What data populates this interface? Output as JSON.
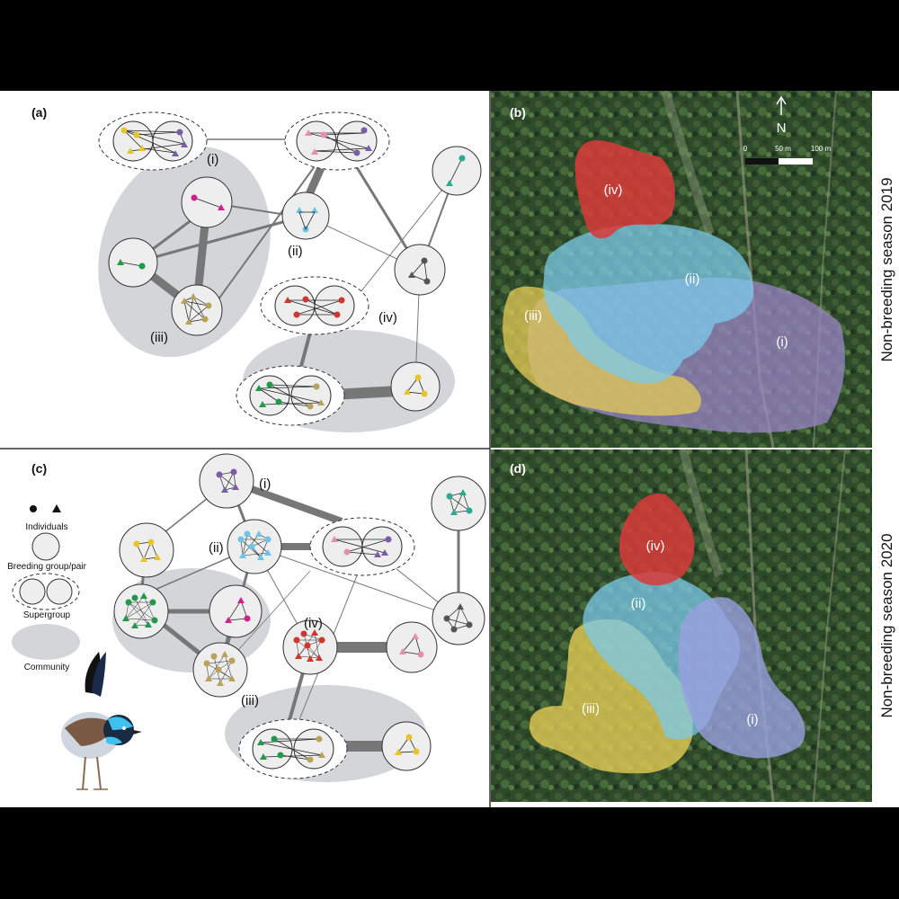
{
  "figure": {
    "panel_a_label": "(a)",
    "panel_b_label": "(b)",
    "panel_c_label": "(c)",
    "panel_d_label": "(d)",
    "row1_title": "Non-breeding season 2019",
    "row2_title": "Non-breeding season 2020"
  },
  "legend": {
    "individuals": "Individuals",
    "breeding_group": "Breeding group/pair",
    "supergroup": "Supergroup",
    "community": "Community"
  },
  "scale_bar": {
    "north": "N",
    "tick_0": "0",
    "tick_50": "50 m",
    "tick_100": "100 m"
  },
  "labels": {
    "i": "(i)",
    "ii": "(ii)",
    "iii": "(iii)",
    "iv": "(iv)"
  },
  "colors": {
    "purple": "#7B5CA6",
    "yellow": "#E8C42A",
    "pink": "#E58FB0",
    "cyan": "#6EC3E6",
    "teal": "#2BAA92",
    "magenta": "#D21F8E",
    "green": "#1F9A4C",
    "olive": "#B9A25A",
    "red": "#D0362C",
    "gray": "#555555",
    "community": "#D3D5D9",
    "map_red": "#D93A3A",
    "map_blue": "#7CCBEB",
    "map_yellow": "#E4CB55",
    "map_purple": "#9A86C6",
    "map_lavender": "#9AA0E0"
  }
}
